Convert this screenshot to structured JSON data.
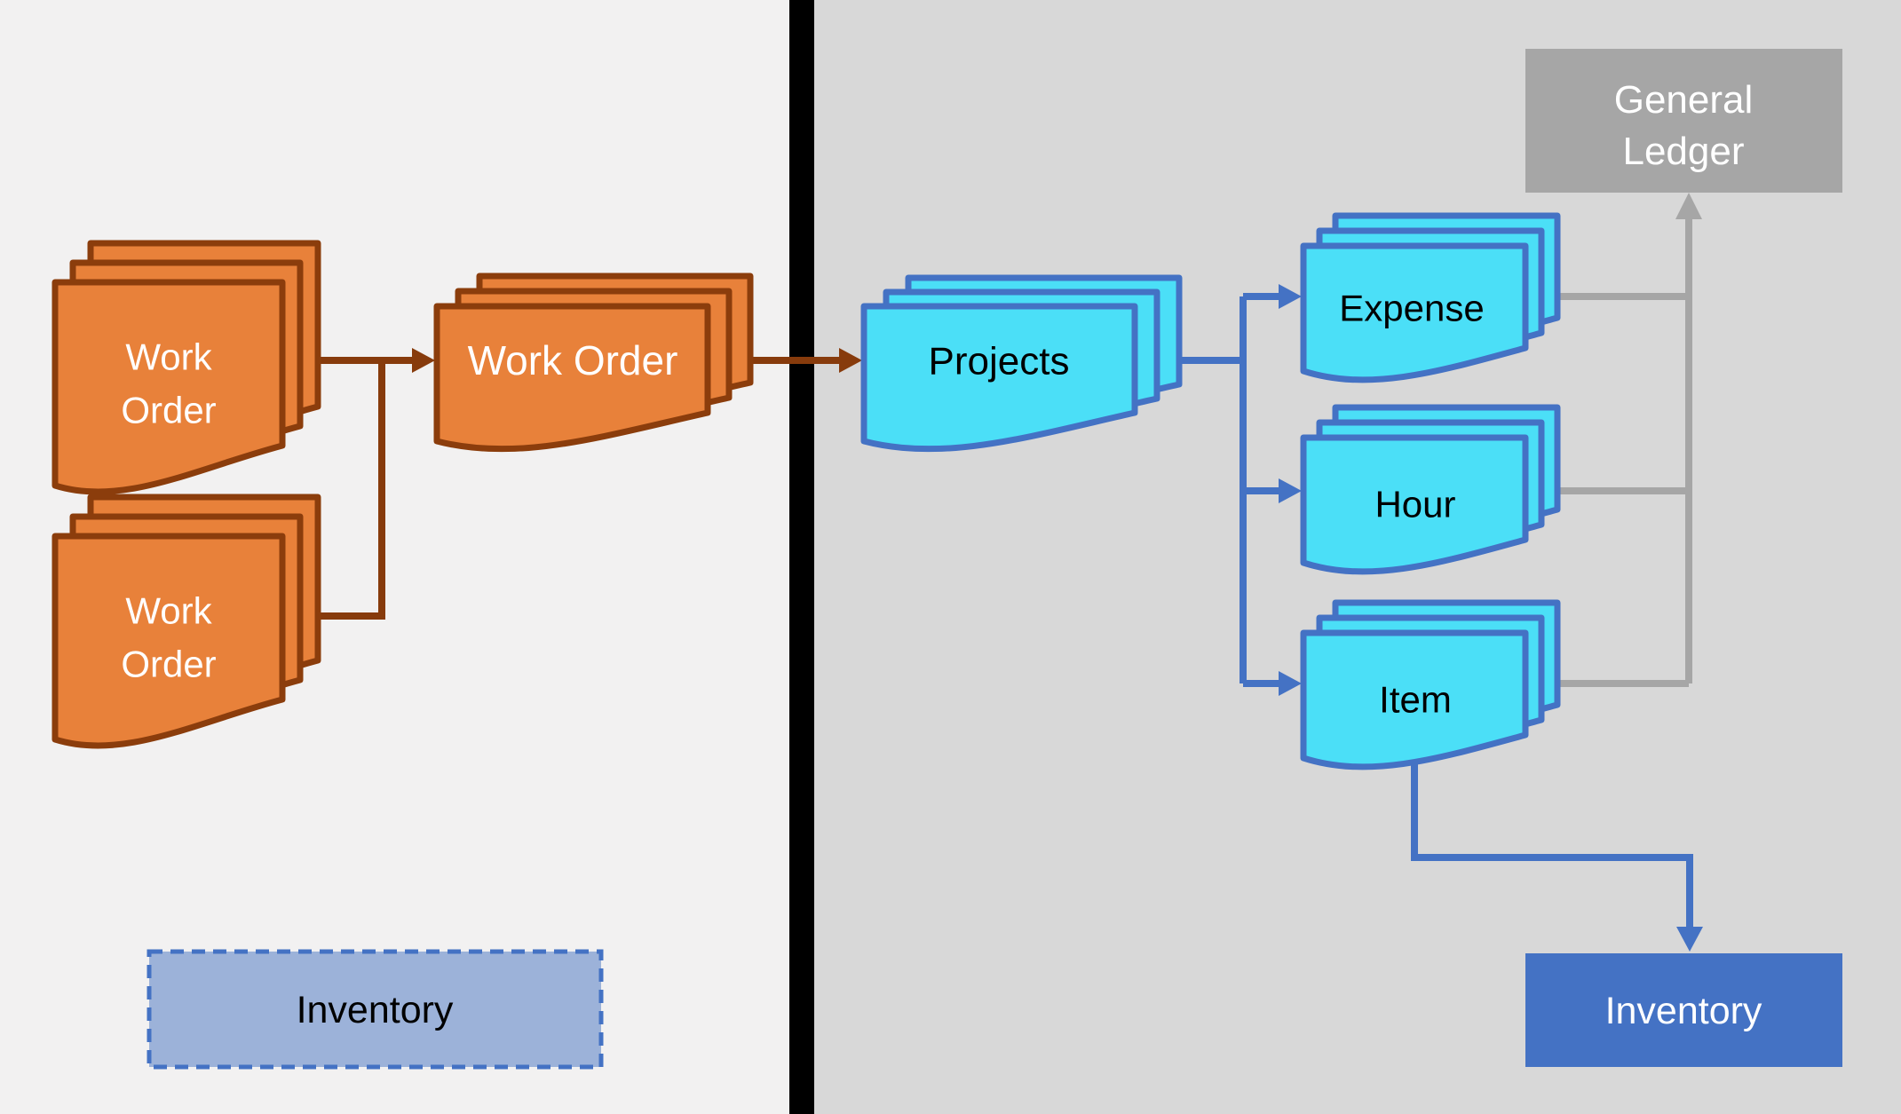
{
  "diagram_title": "",
  "colors": {
    "left_background": "#f2f1f1",
    "divider": "#000000",
    "right_background": "#d8d8d8",
    "orange_fill": "#e8813a",
    "orange_border": "#8b3d0c",
    "brown_connector": "#873b0c",
    "cyan_fill": "#4bdff7",
    "blue_border": "#4472c4",
    "blue_connector": "#4472c4",
    "gray_fill": "#a6a6a6",
    "gray_connector": "#a6a6a6",
    "blue_box_fill": "#4472c4",
    "dashed_box_fill": "#9cb2d9",
    "dashed_box_border": "#4472c4",
    "text_on_dark": "#ffffff",
    "text_on_light": "#000000"
  },
  "nodes": {
    "work_order_top": {
      "label": "Work Order",
      "lines": [
        "Work",
        "Order"
      ],
      "shape": "multi-document"
    },
    "work_order_bottom": {
      "label": "Work Order",
      "lines": [
        "Work",
        "Order"
      ],
      "shape": "multi-document"
    },
    "work_order_combined": {
      "label": "Work Order",
      "shape": "multi-document"
    },
    "projects": {
      "label": "Projects",
      "shape": "multi-document"
    },
    "expense": {
      "label": "Expense",
      "shape": "multi-document"
    },
    "hour": {
      "label": "Hour",
      "shape": "multi-document"
    },
    "item": {
      "label": "Item",
      "shape": "multi-document"
    },
    "general_ledger": {
      "label": "General Ledger",
      "lines": [
        "General",
        "Ledger"
      ],
      "shape": "rectangle"
    },
    "inventory_target": {
      "label": "Inventory",
      "shape": "rectangle"
    },
    "inventory_planned": {
      "label": "Inventory",
      "shape": "dashed-rectangle"
    }
  },
  "connections": [
    {
      "from": "work_order_top",
      "to": "work_order_combined",
      "style": "brown-arrow"
    },
    {
      "from": "work_order_bottom",
      "to": "work_order_combined",
      "style": "brown-arrow"
    },
    {
      "from": "work_order_combined",
      "to": "projects",
      "style": "brown-arrow"
    },
    {
      "from": "projects",
      "to": "expense",
      "style": "blue-arrow"
    },
    {
      "from": "projects",
      "to": "hour",
      "style": "blue-arrow"
    },
    {
      "from": "projects",
      "to": "item",
      "style": "blue-arrow"
    },
    {
      "from": "expense",
      "to": "general_ledger",
      "style": "gray-arrow"
    },
    {
      "from": "hour",
      "to": "general_ledger",
      "style": "gray-arrow"
    },
    {
      "from": "item",
      "to": "general_ledger",
      "style": "gray-arrow"
    },
    {
      "from": "item",
      "to": "inventory_target",
      "style": "blue-arrow"
    }
  ]
}
